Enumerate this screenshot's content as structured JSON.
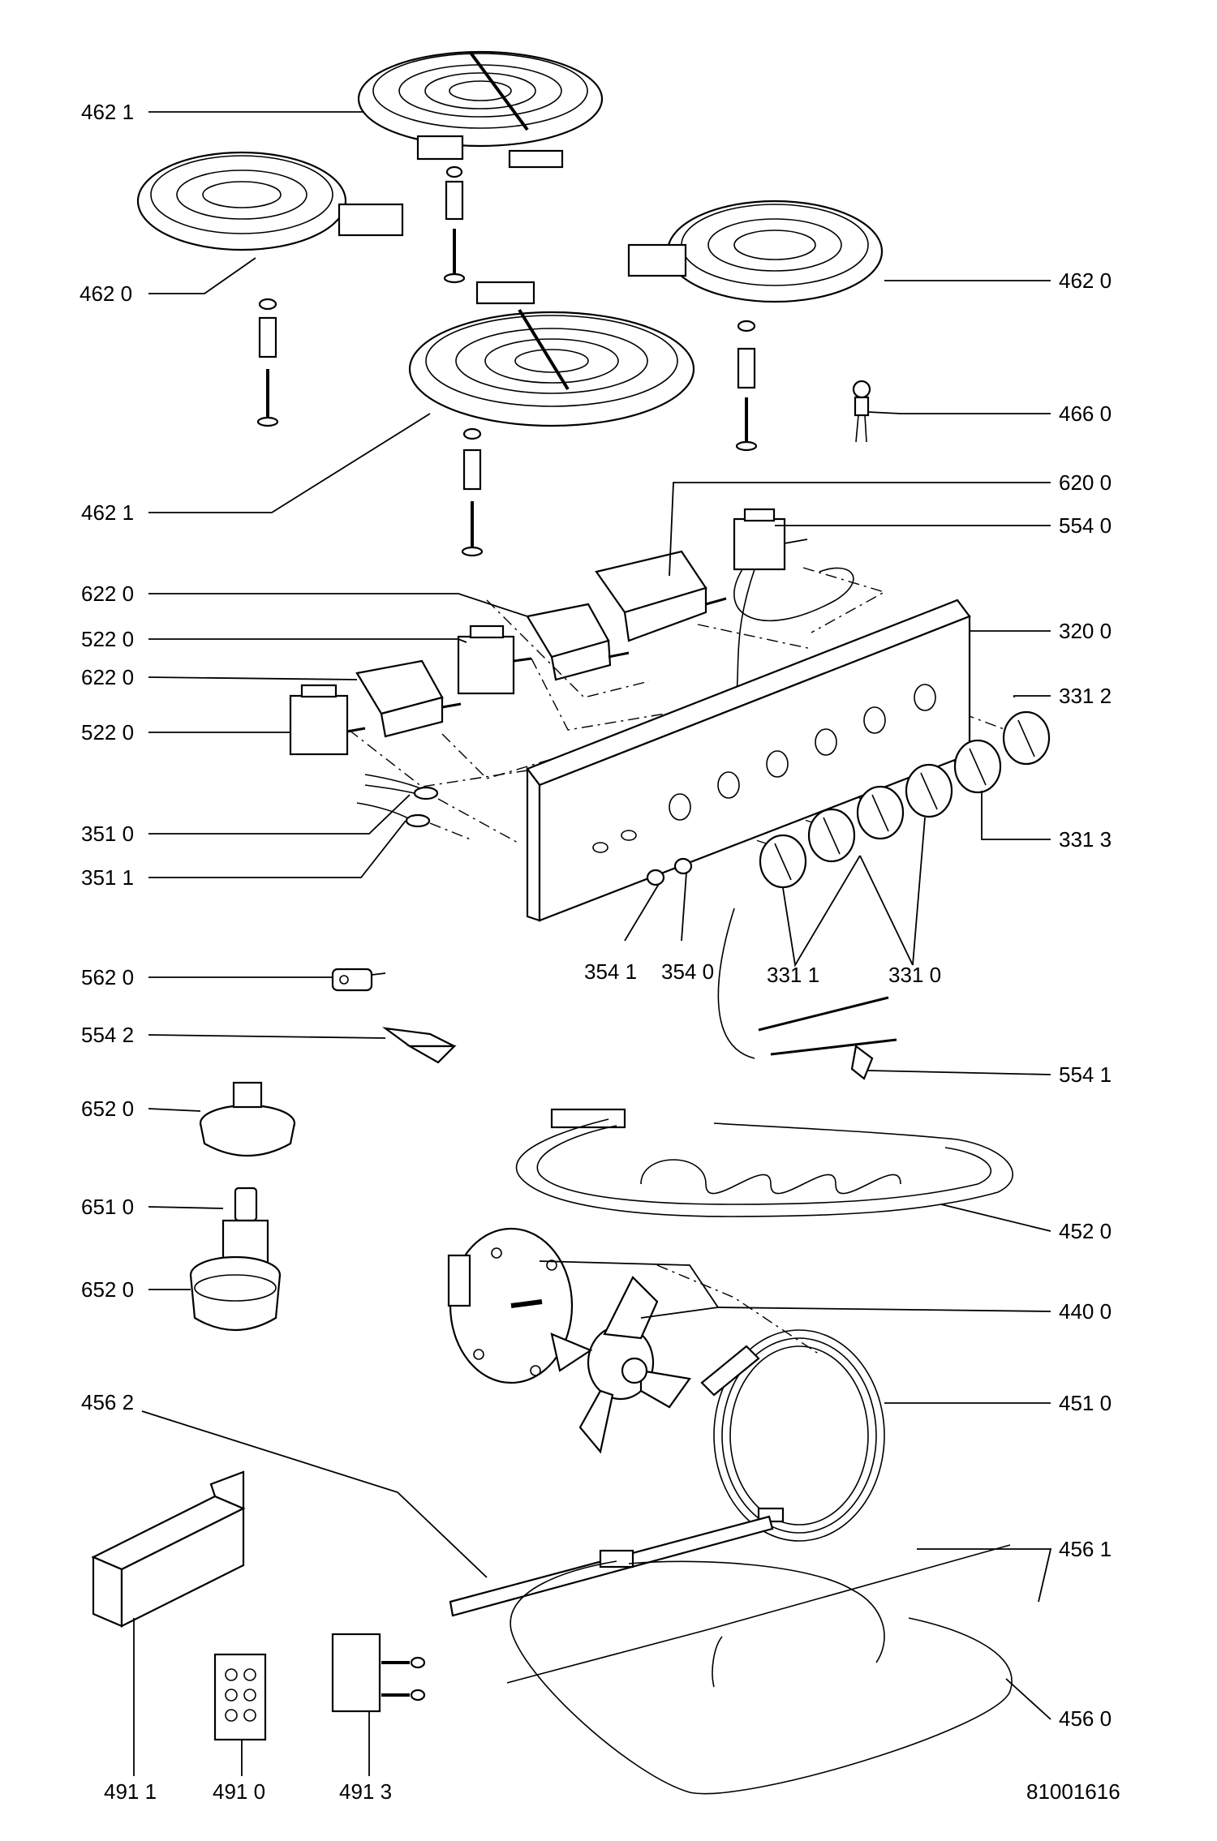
{
  "labels": [
    {
      "id": "462-1-top",
      "text": "462 1"
    },
    {
      "id": "462-0-left",
      "text": "462 0"
    },
    {
      "id": "462-0-right",
      "text": "462 0"
    },
    {
      "id": "466-0",
      "text": "466 0"
    },
    {
      "id": "462-1-mid",
      "text": "462 1"
    },
    {
      "id": "620-0",
      "text": "620 0"
    },
    {
      "id": "554-0",
      "text": "554 0"
    },
    {
      "id": "622-0-a",
      "text": "622 0"
    },
    {
      "id": "320-0",
      "text": "320 0"
    },
    {
      "id": "522-0-a",
      "text": "522 0"
    },
    {
      "id": "622-0-b",
      "text": "622 0"
    },
    {
      "id": "331-2",
      "text": "331 2"
    },
    {
      "id": "522-0-b",
      "text": "522 0"
    },
    {
      "id": "351-0",
      "text": "351 0"
    },
    {
      "id": "331-3",
      "text": "331 3"
    },
    {
      "id": "351-1",
      "text": "351 1"
    },
    {
      "id": "354-1",
      "text": "354 1"
    },
    {
      "id": "354-0",
      "text": "354 0"
    },
    {
      "id": "331-1",
      "text": "331 1"
    },
    {
      "id": "331-0",
      "text": "331 0"
    },
    {
      "id": "562-0",
      "text": "562 0"
    },
    {
      "id": "554-2",
      "text": "554 2"
    },
    {
      "id": "554-1",
      "text": "554 1"
    },
    {
      "id": "652-0-a",
      "text": "652 0"
    },
    {
      "id": "651-0",
      "text": "651 0"
    },
    {
      "id": "452-0",
      "text": "452 0"
    },
    {
      "id": "652-0-b",
      "text": "652 0"
    },
    {
      "id": "440-0",
      "text": "440 0"
    },
    {
      "id": "456-2",
      "text": "456 2"
    },
    {
      "id": "451-0",
      "text": "451 0"
    },
    {
      "id": "456-1",
      "text": "456 1"
    },
    {
      "id": "456-0",
      "text": "456 0"
    },
    {
      "id": "491-1",
      "text": "491 1"
    },
    {
      "id": "491-0",
      "text": "491 0"
    },
    {
      "id": "491-3",
      "text": "491 3"
    }
  ],
  "drawing_number": "81001616"
}
